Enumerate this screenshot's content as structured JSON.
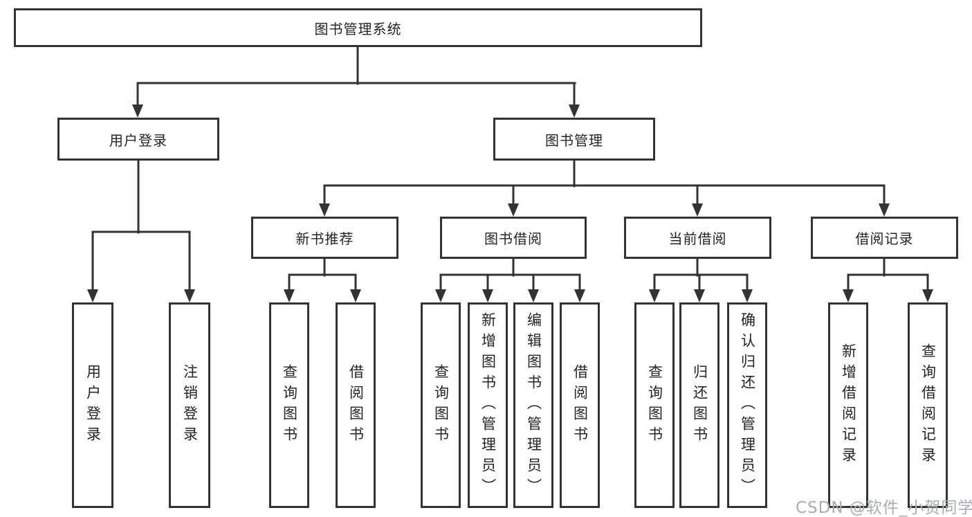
{
  "diagram": {
    "root": "图书管理系统",
    "level2": [
      {
        "label": "用户登录"
      },
      {
        "label": "图书管理"
      }
    ],
    "level3": [
      {
        "label": "新书推荐"
      },
      {
        "label": "图书借阅"
      },
      {
        "label": "当前借阅"
      },
      {
        "label": "借阅记录"
      }
    ],
    "leaves": {
      "user_login": [
        "用户登录",
        "注销登录"
      ],
      "new_book_recommend": [
        "查询图书",
        "借阅图书"
      ],
      "book_borrow": [
        "查询图书",
        "新增图书（管理员）",
        "编辑图书（管理员）",
        "借阅图书"
      ],
      "current_borrow": [
        "查询图书",
        "归还图书",
        "确认归还（管理员）"
      ],
      "borrow_records": [
        "新增借阅记录",
        "查询借阅记录"
      ]
    }
  },
  "watermark": "CSDN @软件_小贺同学",
  "colors": {
    "line": "#333333",
    "text": "#242424",
    "watermark": "#a9adb2"
  }
}
